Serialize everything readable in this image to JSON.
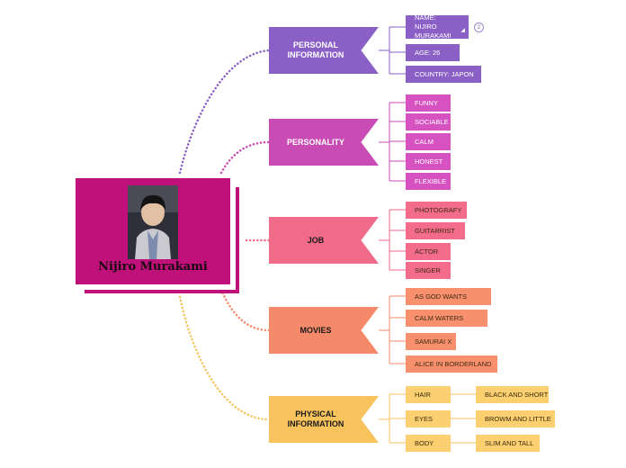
{
  "central": {
    "title": "Nijiro Murakami"
  },
  "branches": [
    {
      "label": "PERSONAL INFORMATION",
      "color": "#8a5fc6",
      "leaf_color": "#8a5fc6",
      "leaves": [
        "NAME: NIJIRO MURAKAMI",
        "AGE: 26",
        "COUNTRY: JAPON"
      ]
    },
    {
      "label": "PERSONALITY",
      "color": "#c94bb4",
      "leaf_color": "#d652c0",
      "leaves": [
        "FUNNY",
        "SOCIABLE",
        "CALM",
        "HONEST",
        "FLEXIBLE"
      ]
    },
    {
      "label": "JOB",
      "color": "#f06a8a",
      "leaf_color": "#f46c8c",
      "leaves": [
        "PHOTOGRAFY",
        "GUITARRIST",
        "ACTOR",
        "SINGER"
      ]
    },
    {
      "label": "MOVIES",
      "color": "#f58a6a",
      "leaf_color": "#f8906e",
      "leaves": [
        "AS GOD WANTS",
        "CALM WATERS",
        "SAMURAI X",
        "ALICE IN BORDERLAND"
      ]
    },
    {
      "label": "PHYSICAL INFORMATION",
      "color": "#f8c25c",
      "leaf_color": "#fcd070",
      "leaves": [
        "HAIR",
        "EYES",
        "BODY"
      ],
      "subleaves": [
        "BLACK AND SHORT",
        "BROWM AND LITTLE",
        "SLIM AND TALL"
      ]
    }
  ],
  "badge_count": "2",
  "collapse_glyph": "◢"
}
